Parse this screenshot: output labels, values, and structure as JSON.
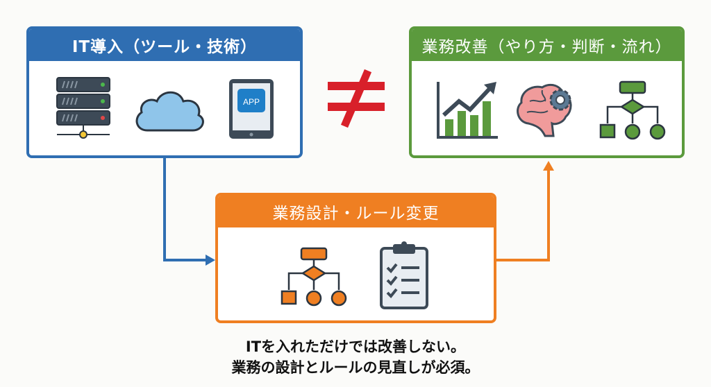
{
  "it_box": {
    "title": "IT導入（ツール・技術）",
    "app_label": "APP",
    "icons": [
      "server-rack-icon",
      "cloud-icon",
      "tablet-app-icon"
    ]
  },
  "improvement_box": {
    "title": "業務改善（やり方・判断・流れ）",
    "icons": [
      "growth-chart-icon",
      "brain-gear-icon",
      "flowchart-icon"
    ]
  },
  "design_box": {
    "title": "業務設計・ルール変更",
    "icons": [
      "flowchart-icon",
      "checklist-clipboard-icon"
    ]
  },
  "not_equal_symbol": "≠",
  "caption": {
    "line1": "ITを入れただけでは改善しない。",
    "line2": "業務の設計とルールの見直しが必須。"
  },
  "colors": {
    "blue": "#2f6eb2",
    "green": "#5b9a3d",
    "orange": "#ef7f22",
    "red": "#d8202a"
  }
}
